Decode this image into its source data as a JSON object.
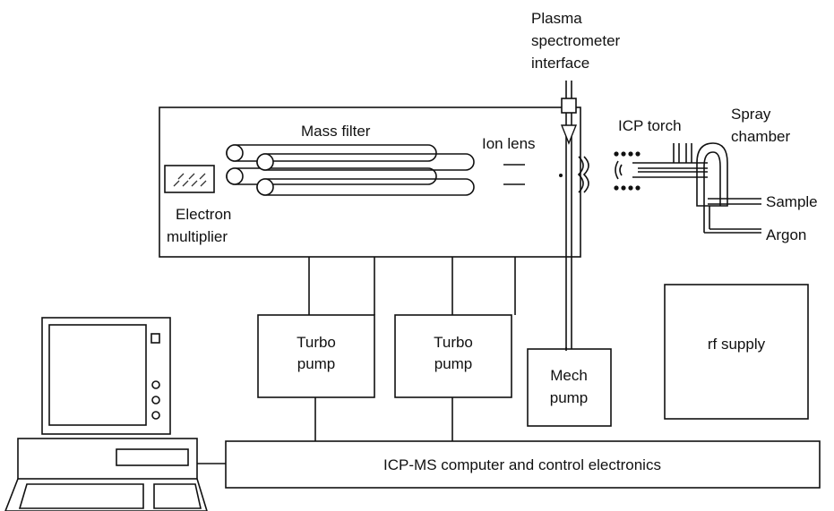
{
  "labels": {
    "plasma_interface": [
      "Plasma",
      "spectrometer",
      "interface"
    ],
    "mass_filter": "Mass filter",
    "ion_lens": "Ion lens",
    "icp_torch": "ICP torch",
    "spray_chamber": [
      "Spray",
      "chamber"
    ],
    "electron_multiplier": [
      "Electron",
      "multiplier"
    ],
    "sample": "Sample",
    "argon": "Argon",
    "turbo_pump_1": [
      "Turbo",
      "pump"
    ],
    "turbo_pump_2": [
      "Turbo",
      "pump"
    ],
    "mech_pump": [
      "Mech",
      "pump"
    ],
    "rf_supply": "rf supply",
    "control_electronics": "ICP-MS computer and control electronics"
  }
}
